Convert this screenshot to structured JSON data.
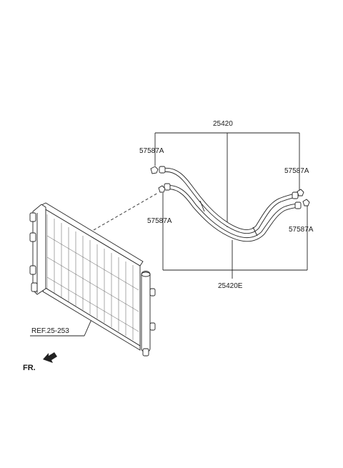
{
  "labels": {
    "hose_assembly": "25420",
    "hose_sub": "25420E",
    "clip_top_left": "57587A",
    "clip_top_right": "57587A",
    "clip_bottom_left": "57587A",
    "clip_bottom_right": "57587A",
    "reference": "REF.25-253",
    "front_marker": "FR."
  }
}
